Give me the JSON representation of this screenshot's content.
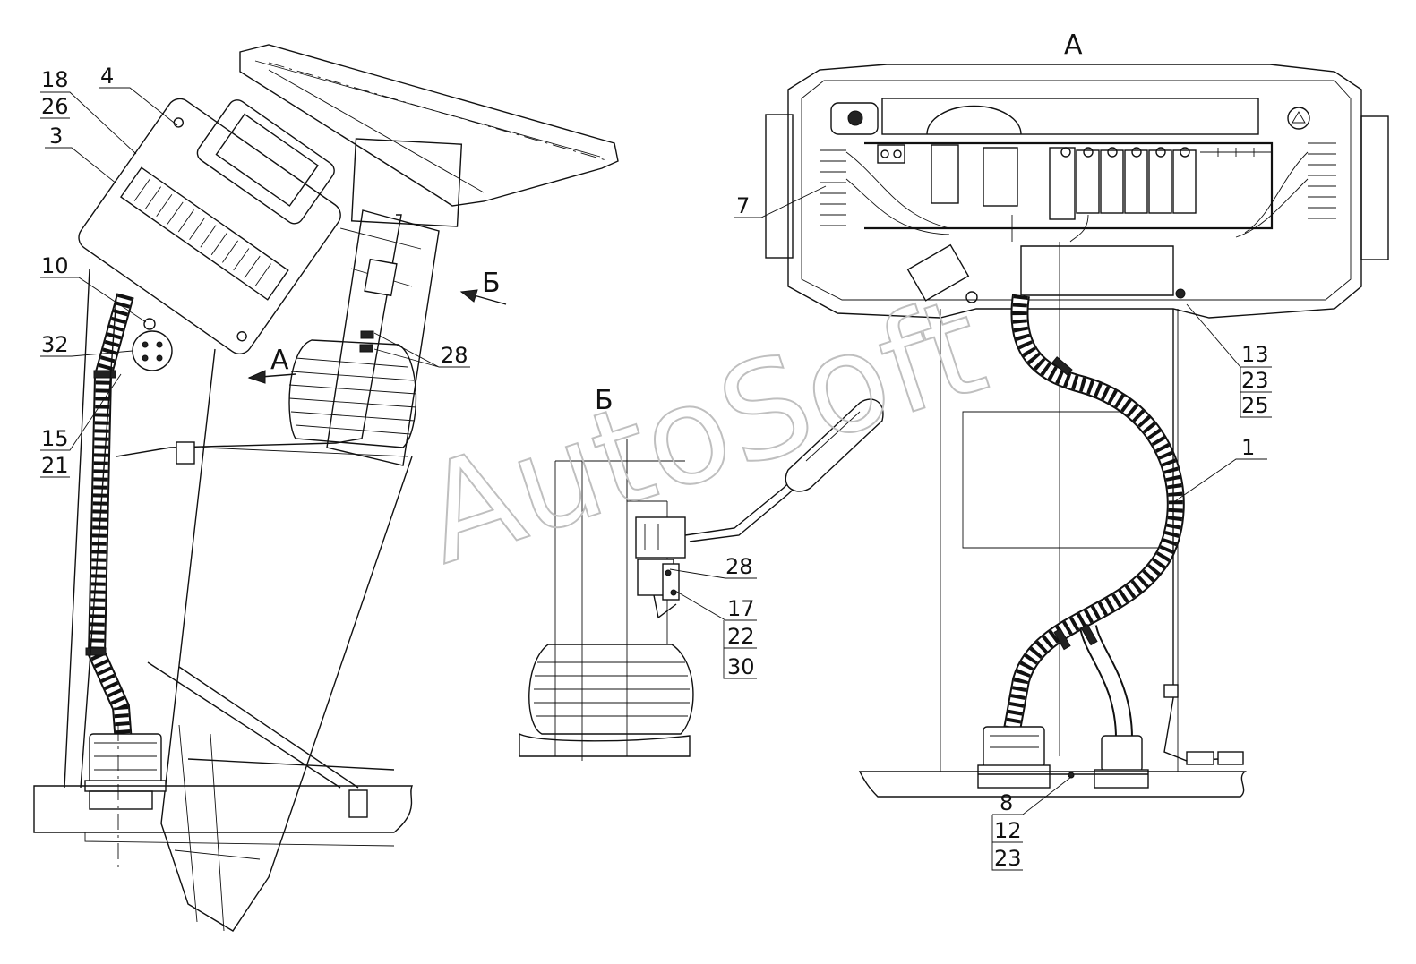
{
  "watermark": "AutoSoft",
  "views": {
    "view_a": "А",
    "view_b": "Б"
  },
  "direction_arrows": {
    "arrow_a": "А",
    "arrow_b": "Б"
  },
  "callouts_left": {
    "c18": "18",
    "c26": "26",
    "c4": "4",
    "c3": "3",
    "c10": "10",
    "c32": "32",
    "c15": "15",
    "c21": "21",
    "c28": "28"
  },
  "callouts_middle": {
    "c28": "28",
    "c17": "17",
    "c22": "22",
    "c30": "30"
  },
  "callouts_right": {
    "c7": "7",
    "c13": "13",
    "c23a": "23",
    "c25": "25",
    "c1": "1",
    "c8": "8",
    "c12": "12",
    "c23b": "23"
  }
}
